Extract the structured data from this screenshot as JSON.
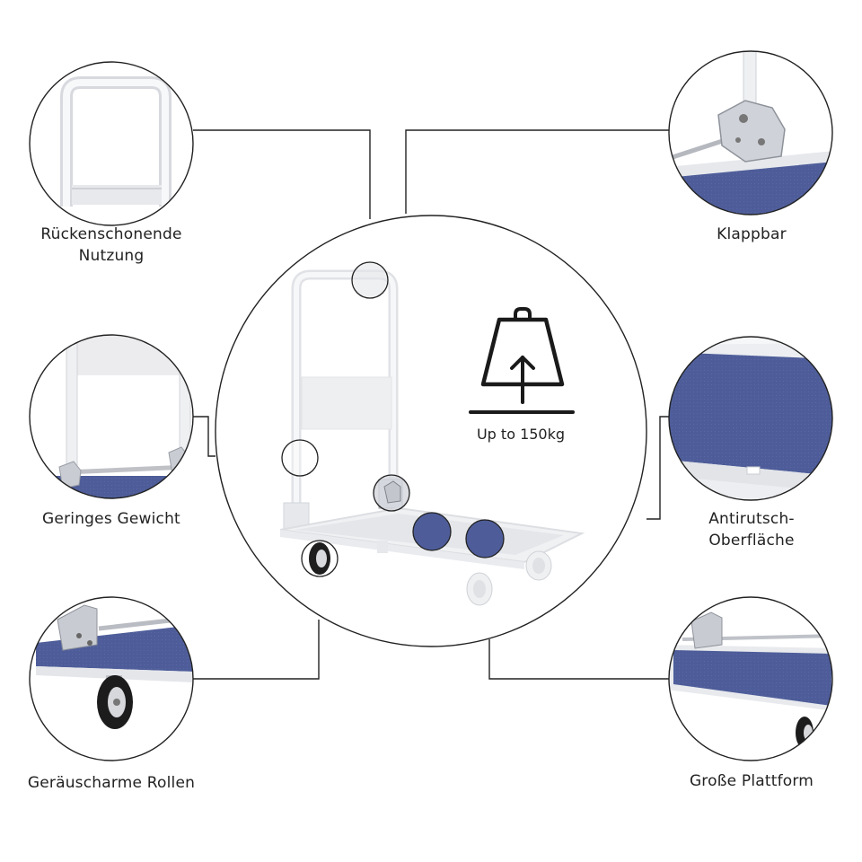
{
  "features": {
    "top_left": {
      "line1": "Rückenschonende",
      "line2": "Nutzung",
      "icon": "handle-closeup-image"
    },
    "mid_left": {
      "line1": "Geringes Gewicht",
      "icon": "frame-closeup-image"
    },
    "bottom_left": {
      "line1": "Geräuscharme Rollen",
      "icon": "wheel-closeup-image"
    },
    "top_right": {
      "line1": "Klappbar",
      "icon": "hinge-closeup-image"
    },
    "mid_right": {
      "line1": "Antirutsch-",
      "line2": "Oberfläche",
      "icon": "surface-closeup-image"
    },
    "bottom_right": {
      "line1": "Große Plattform",
      "icon": "platform-closeup-image"
    }
  },
  "center": {
    "weight_label": "Up to 150kg",
    "icon": "weight-icon"
  },
  "colors": {
    "platform_blue": "#4e5d99",
    "frame_white": "#f1f2f4",
    "line": "#222222"
  }
}
